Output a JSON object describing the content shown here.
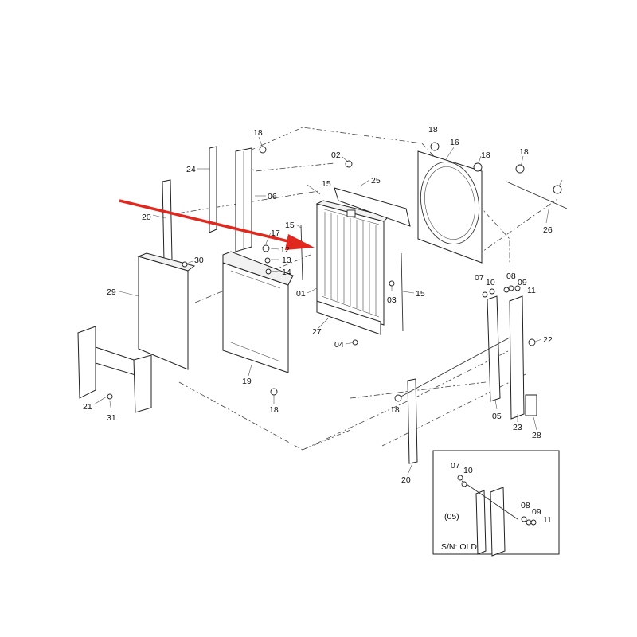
{
  "callouts": [
    "18",
    "16",
    "02",
    "25",
    "24",
    "06",
    "18",
    "18",
    "18",
    "26",
    "15",
    "20",
    "15",
    "17",
    "12",
    "13",
    "14",
    "01",
    "03",
    "15",
    "30",
    "29",
    "07",
    "10",
    "08",
    "09",
    "11",
    "27",
    "04",
    "22",
    "19",
    "21",
    "31",
    "18",
    "18",
    "05",
    "23",
    "28",
    "20"
  ],
  "inset": {
    "title": "S/N: OLD",
    "callouts": [
      "07",
      "10",
      "(05)",
      "08",
      "09",
      "11"
    ]
  },
  "arrow_color": "#e0281e"
}
